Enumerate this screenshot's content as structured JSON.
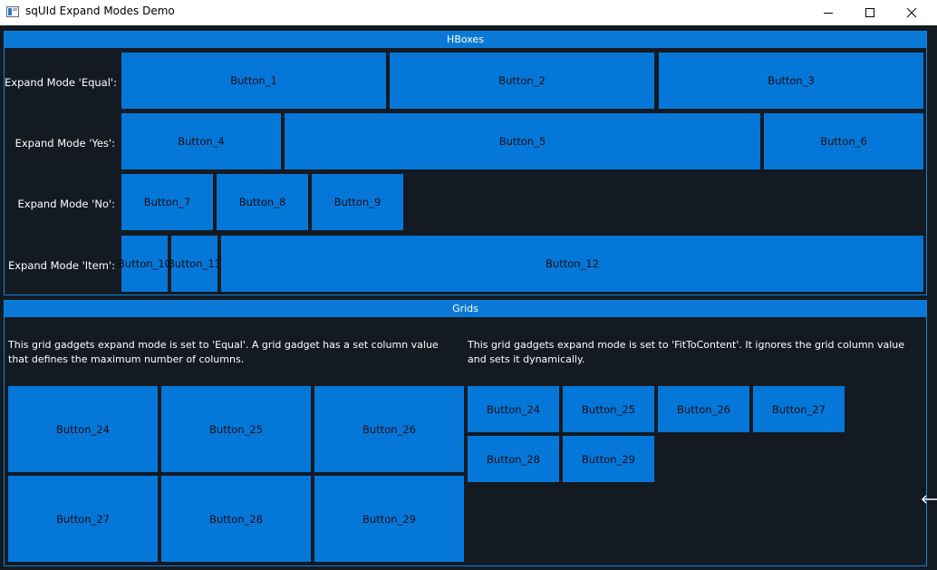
{
  "window": {
    "title": "sqUId Expand Modes Demo",
    "controls": {
      "minimize": "minimize",
      "maximize": "maximize",
      "close": "close"
    }
  },
  "hboxes": {
    "header": "HBoxes",
    "rows": [
      {
        "label": "Expand Mode 'Equal':",
        "buttons": [
          "Button_1",
          "Button_2",
          "Button_3"
        ]
      },
      {
        "label": "Expand Mode 'Yes':",
        "buttons": [
          "Button_4",
          "Button_5",
          "Button_6"
        ]
      },
      {
        "label": "Expand Mode 'No':",
        "buttons": [
          "Button_7",
          "Button_8",
          "Button_9"
        ]
      },
      {
        "label": "Expand Mode 'Item':",
        "buttons": [
          "Button_10",
          "Button_11",
          "Button_12"
        ]
      }
    ]
  },
  "grids": {
    "header": "Grids",
    "left": {
      "description": "This grid gadgets expand mode is set to 'Equal'. A grid gadget has a set column value that defines the maximum number of columns.",
      "buttons": [
        "Button_24",
        "Button_25",
        "Button_26",
        "Button_27",
        "Button_28",
        "Button_29"
      ]
    },
    "right": {
      "description": "This grid gadgets expand mode is set to 'FitToContent'. It ignores the grid column value and sets it dynamically.",
      "buttons": [
        "Button_24",
        "Button_25",
        "Button_26",
        "Button_27",
        "Button_28",
        "Button_29"
      ]
    }
  },
  "colors": {
    "background": "#141a22",
    "accent": "#0a78d6",
    "button": "#0577d8"
  },
  "icons": [
    "app-icon",
    "minimize-icon",
    "maximize-icon",
    "close-icon",
    "resize-cursor-icon"
  ]
}
